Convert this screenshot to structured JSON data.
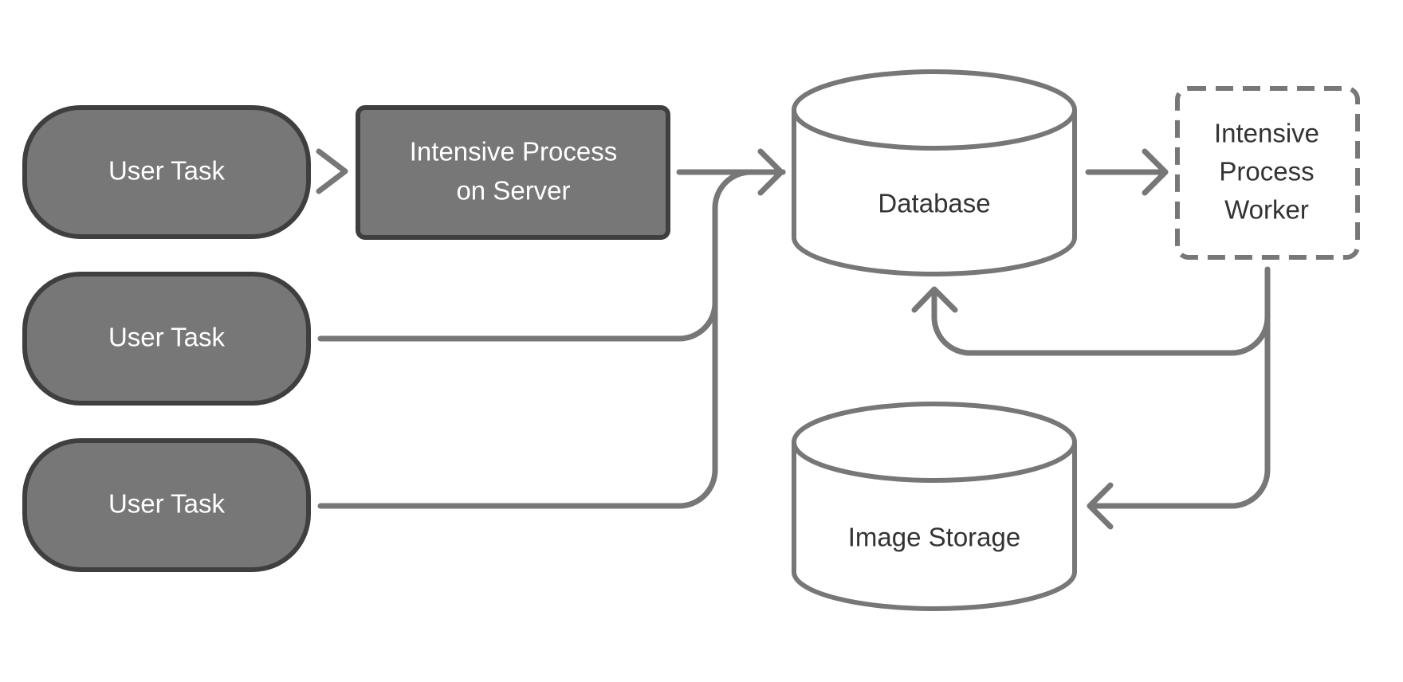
{
  "colors": {
    "task_fill": "#777777",
    "task_stroke": "#3f3f3f",
    "connector": "#777777",
    "white": "#ffffff",
    "dark_text": "#333333"
  },
  "nodes": {
    "user_task_1": {
      "label": "User Task"
    },
    "user_task_2": {
      "label": "User Task"
    },
    "user_task_3": {
      "label": "User Task"
    },
    "intensive_process_server": {
      "lines": [
        "Intensive Process",
        "on Server"
      ]
    },
    "database": {
      "label": "Database"
    },
    "intensive_process_worker": {
      "lines": [
        "Intensive",
        "Process",
        "Worker"
      ]
    },
    "image_storage": {
      "label": "Image Storage"
    }
  },
  "edges": [
    {
      "from": "user_task_1",
      "to": "intensive_process_server"
    },
    {
      "from": "intensive_process_server",
      "to": "database"
    },
    {
      "from": "user_task_2",
      "to": "database"
    },
    {
      "from": "user_task_3",
      "to": "database"
    },
    {
      "from": "database",
      "to": "intensive_process_worker"
    },
    {
      "from": "intensive_process_worker",
      "to": "database"
    },
    {
      "from": "intensive_process_worker",
      "to": "image_storage"
    }
  ]
}
